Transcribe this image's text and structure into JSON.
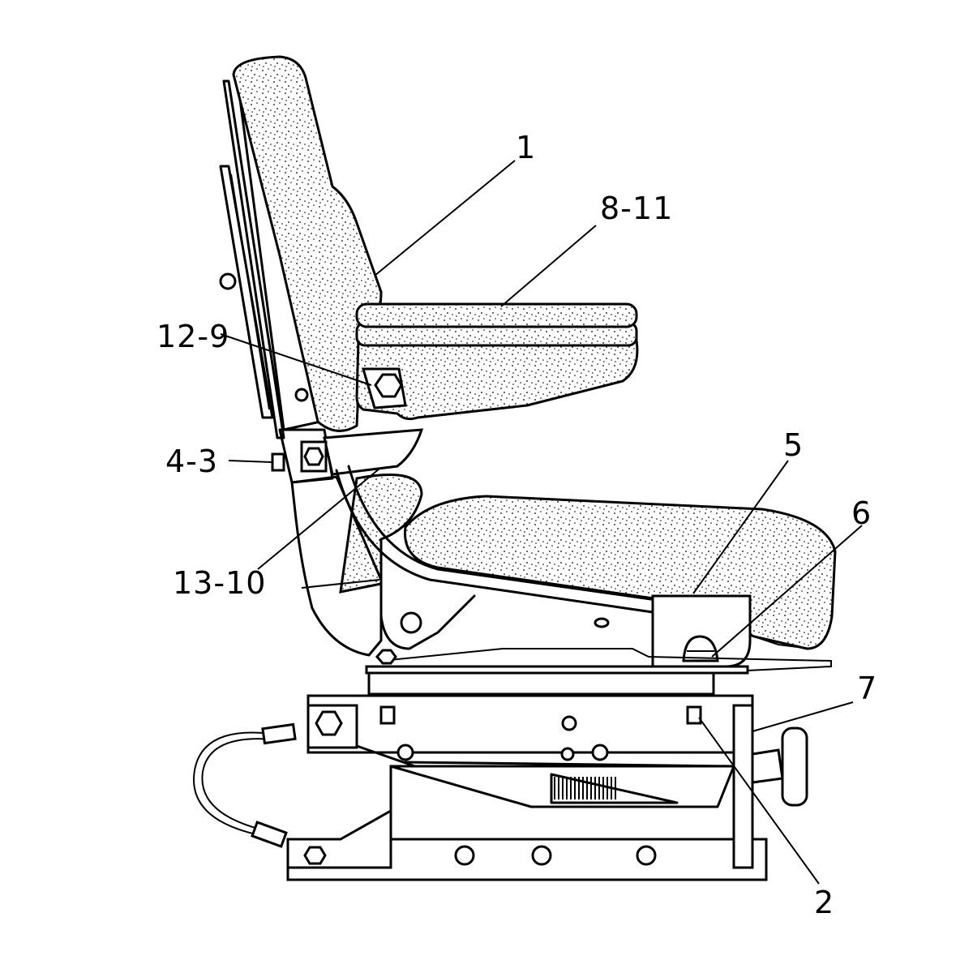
{
  "callouts": {
    "c1": "1",
    "c8_11": "8-11",
    "c12_9": "12-9",
    "c4_3": "4-3",
    "c5": "5",
    "c6": "6",
    "c13_10": "13-10",
    "c7": "7",
    "c2": "2"
  }
}
